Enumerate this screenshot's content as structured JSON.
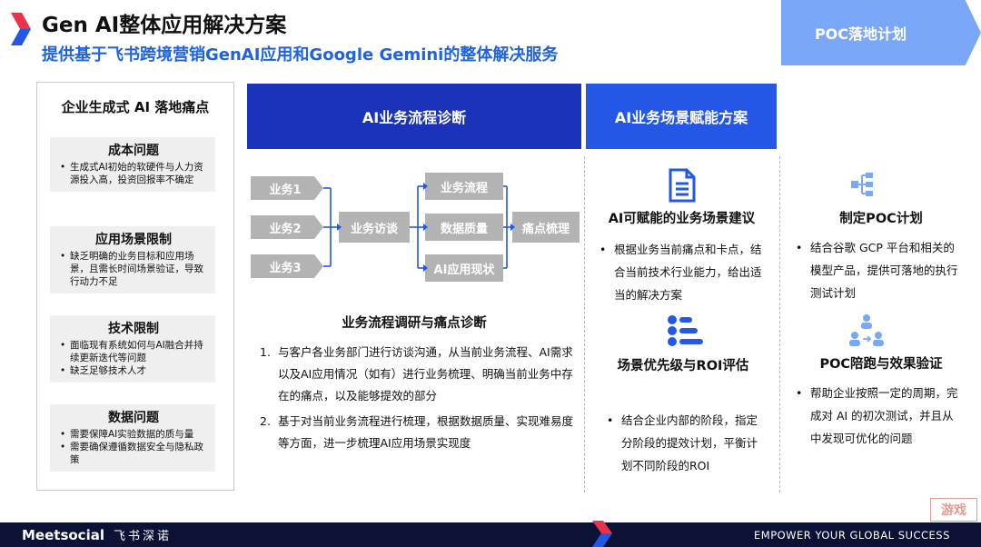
{
  "header": {
    "title": "Gen AI整体应用解决方案",
    "subtitle": "提供基于飞书跨境营销GenAI应用和Google Gemini的整体解决服务"
  },
  "left_panel": {
    "title": "企业生成式 AI 落地痛点",
    "pain_points": [
      {
        "title": "成本问题",
        "items": [
          "生成式AI初始的软硬件与人力资源投入高，投资回报率不确定"
        ]
      },
      {
        "title": "应用场景限制",
        "items": [
          "缺乏明确的业务目标和应用场景，且需长时间场景验证，导致行动力不足"
        ]
      },
      {
        "title": "技术限制",
        "items": [
          "面临现有系统如何与AI融合并持续更新迭代等问题",
          "缺乏足够技术人才"
        ]
      },
      {
        "title": "数据问题",
        "items": [
          "需要保障AI实验数据的质与量",
          "需要确保遵循数据安全与隐私政策"
        ]
      }
    ]
  },
  "columns": {
    "diagnosis": {
      "header": "AI业务流程诊断",
      "flow": {
        "businesses": [
          "业务1",
          "业务2",
          "业务3"
        ],
        "interview": "业务访谈",
        "aspects": [
          "业务流程",
          "数据质量",
          "AI应用现状"
        ],
        "result": "痛点梳理"
      },
      "heading": "业务流程调研与痛点诊断",
      "steps": [
        {
          "num": "1.",
          "text": "与客户各业务部门进行访谈沟通，从当前业务流程、AI需求以及AI应用情况（如有）进行业务梳理、明确当前业务中存在的痛点，以及能够提效的部分"
        },
        {
          "num": "2.",
          "text": "基于对当前业务流程进行梳理，根据数据质量、实现难易度等方面，进一步梳理AI应用场景实现度"
        }
      ]
    },
    "empower": {
      "header": "AI业务场景赋能方案",
      "section1": {
        "title": "AI可赋能的业务场景建议",
        "bullets": [
          "根据业务当前痛点和卡点，结合当前技术行业能力，给出适当的解决方案"
        ]
      },
      "section2": {
        "title": "场景优先级与ROI评估",
        "bullets": [
          "结合企业内部的阶段，指定分阶段的提效计划，平衡计划不同阶段的ROI"
        ]
      }
    },
    "poc": {
      "header": "POC落地计划",
      "section1": {
        "title": "制定POC计划",
        "bullets": [
          "结合谷歌 GCP 平台和相关的模型产品，提供可落地的执行测试计划"
        ]
      },
      "section2": {
        "title": "POC陪跑与效果验证",
        "bullets": [
          "帮助企业按照一定的周期，完成对 AI 的初次测试，并且从中发现可优化的问题"
        ]
      }
    }
  },
  "footer": {
    "brand": "Meetsocial",
    "brand_cn": "飞书深诺",
    "slogan": "EMPOWER YOUR GLOBAL SUCCESS",
    "stamp": "游戏"
  },
  "colors": {
    "dark_blue": "#1a33b8",
    "mid_blue": "#2457e6",
    "light_blue": "#5b8ff5",
    "accent_red": "#e8334a",
    "flow_gray": "#b3b3b3",
    "footer_navy": "#0b1236"
  }
}
